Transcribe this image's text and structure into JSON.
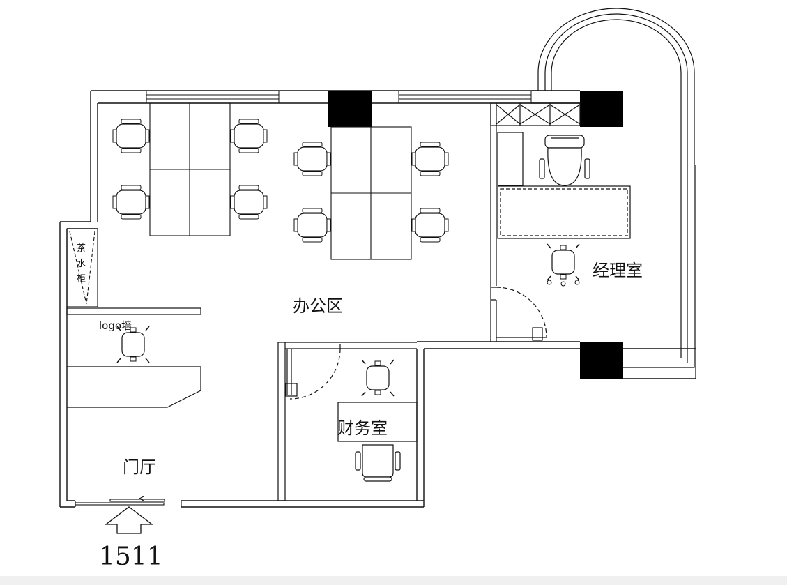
{
  "plan": {
    "rooms": {
      "office": "办公区",
      "manager": "经理室",
      "finance": "财务室",
      "lobby": "门厅",
      "logo_wall": "logo墙",
      "tea_cabinet": [
        "茶",
        "水",
        "柜"
      ]
    },
    "unit_number": "1511"
  },
  "colors": {
    "line": "#111111",
    "column_fill": "#000000",
    "background": "#ffffff",
    "footer": "#f0f0f0"
  }
}
